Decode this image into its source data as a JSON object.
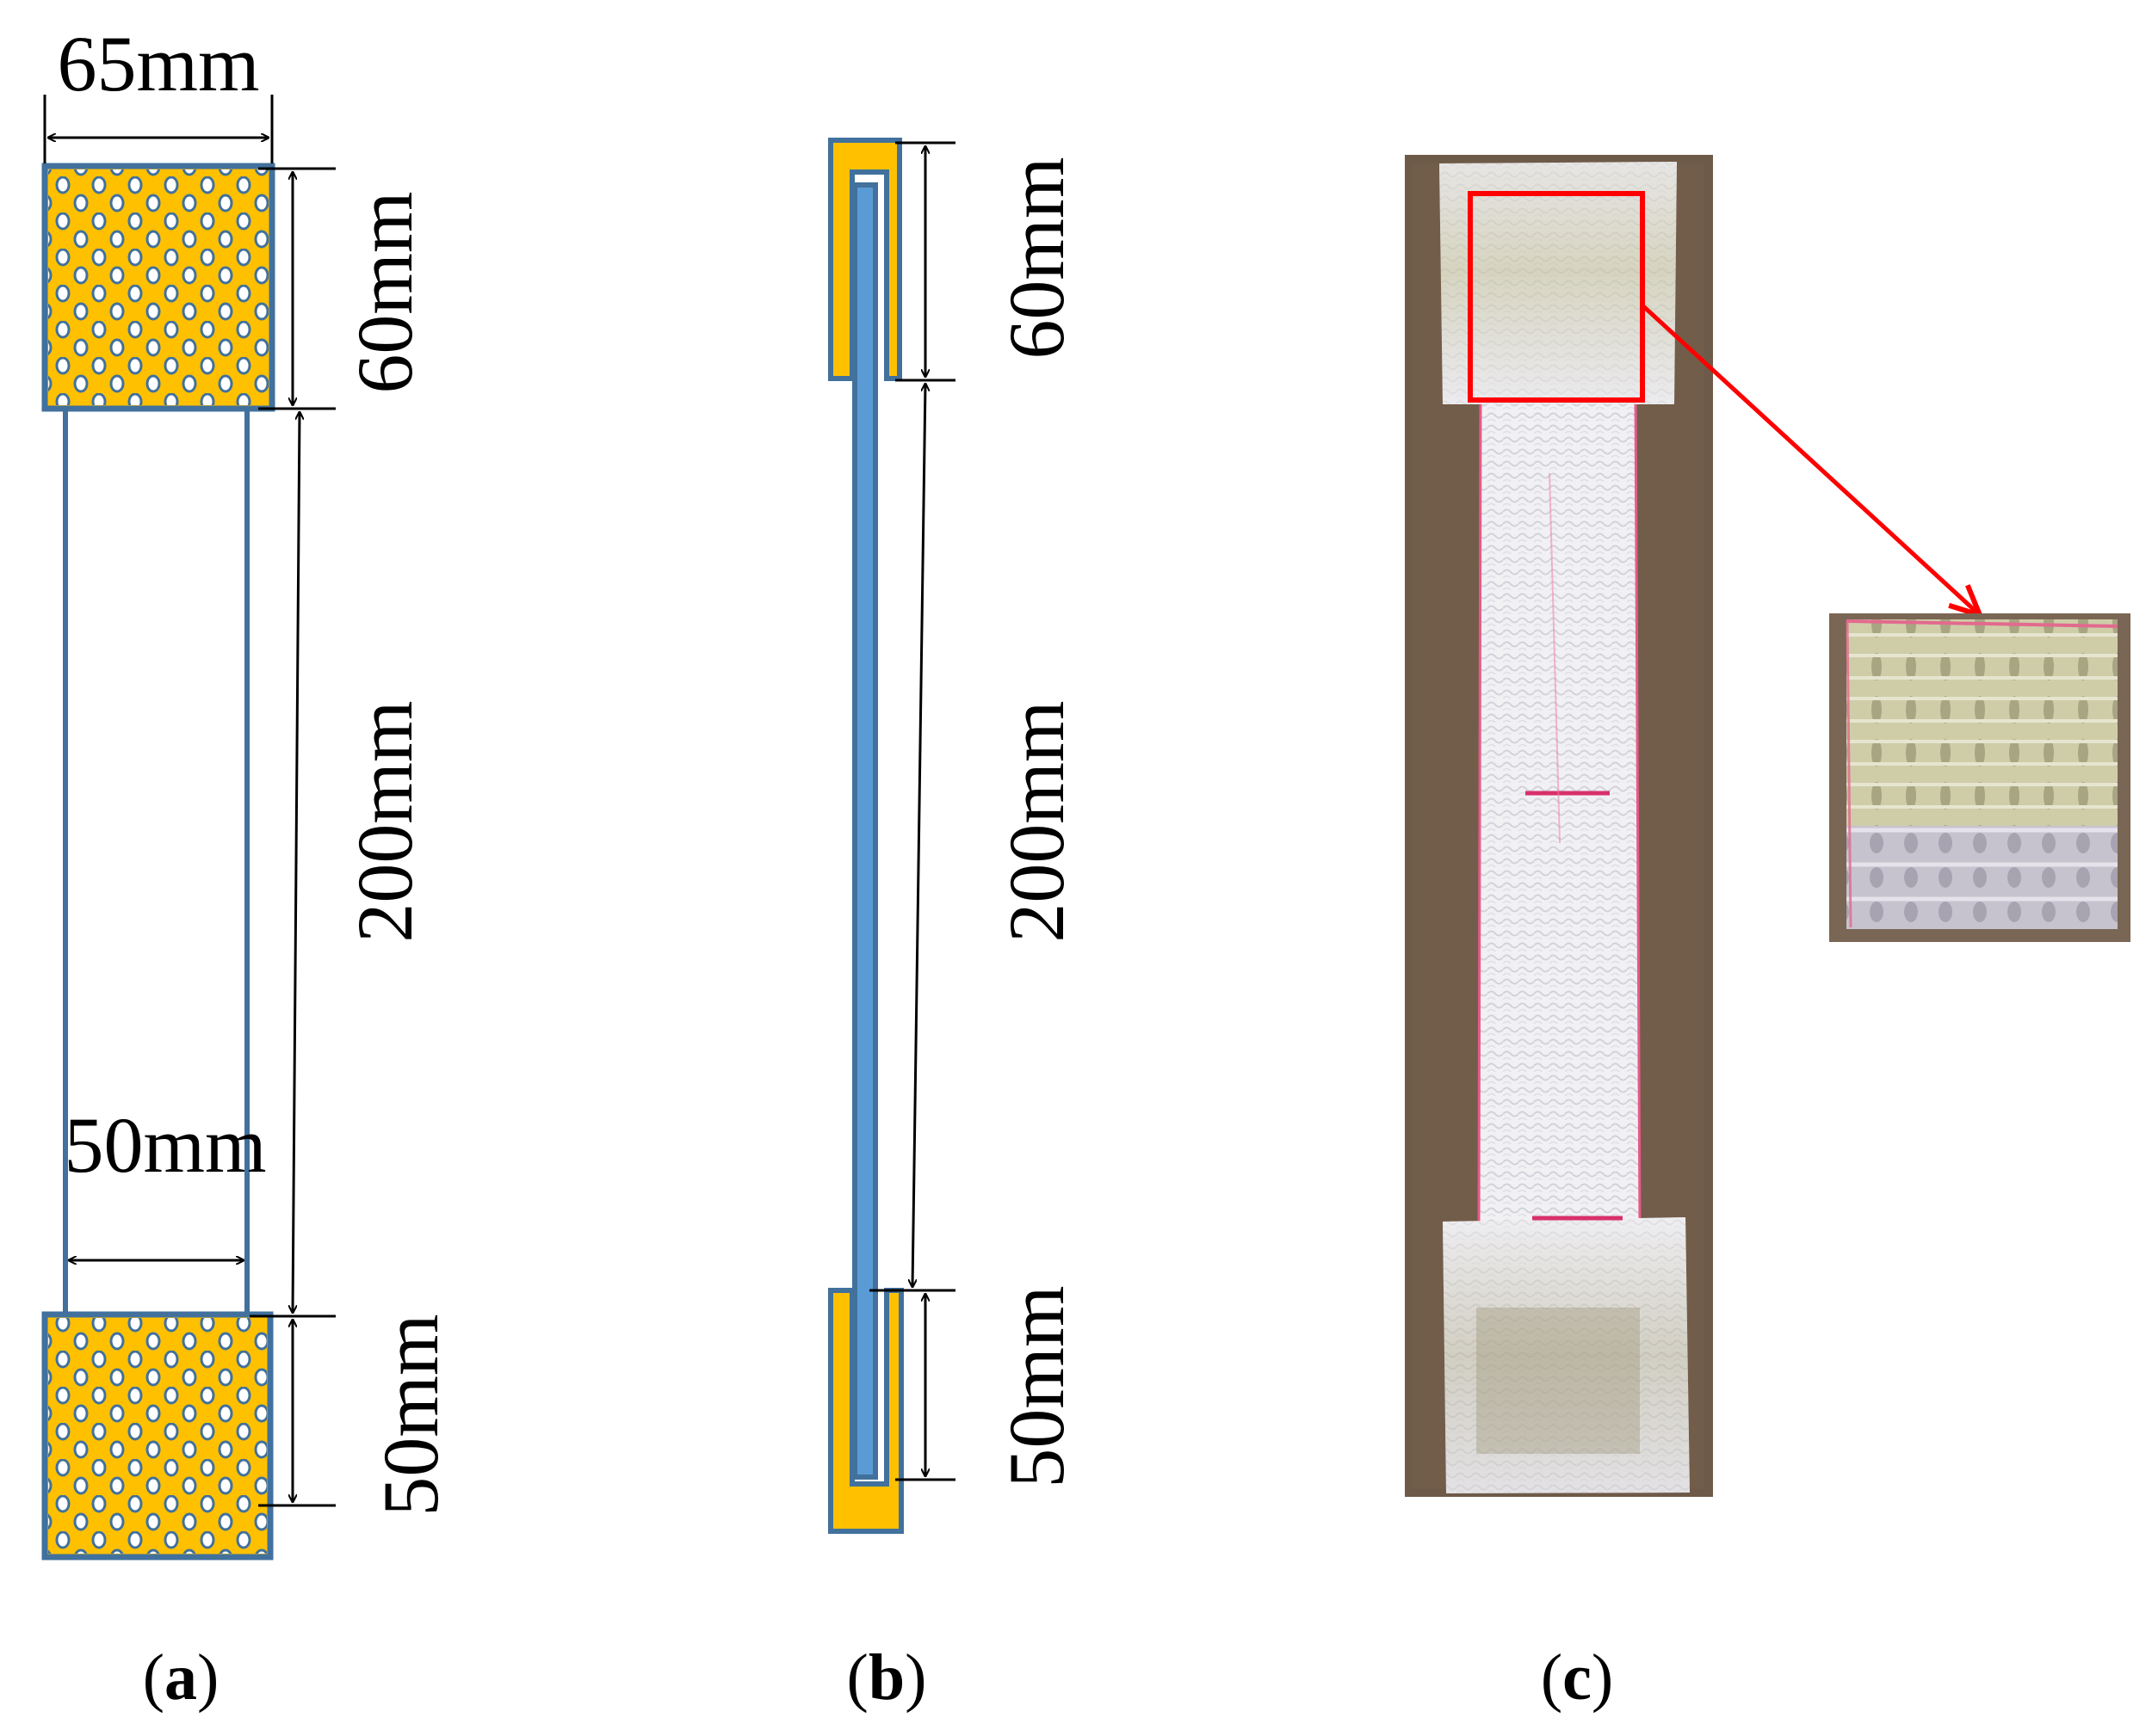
{
  "panels": {
    "a": {
      "caption_open": "(",
      "caption_letter": "a",
      "caption_close": ")",
      "top_width_label": "65mm",
      "top_height_label": "60mm",
      "gauge_length_label": "200mm",
      "strip_width_label": "50mm",
      "bottom_height_label": "50mm"
    },
    "b": {
      "caption_open": "(",
      "caption_letter": "b",
      "caption_close": ")",
      "top_height_label": "60mm",
      "gauge_length_label": "200mm",
      "bottom_height_label": "50mm"
    },
    "c": {
      "caption_open": "(",
      "caption_letter": "c",
      "caption_close": ")"
    }
  },
  "colors": {
    "tab_fill": "#FFC000",
    "outline": "#41719C",
    "strip_fill": "#5B9BD5",
    "highlight": "#FF0000",
    "photo_background": "#6E5A48"
  }
}
